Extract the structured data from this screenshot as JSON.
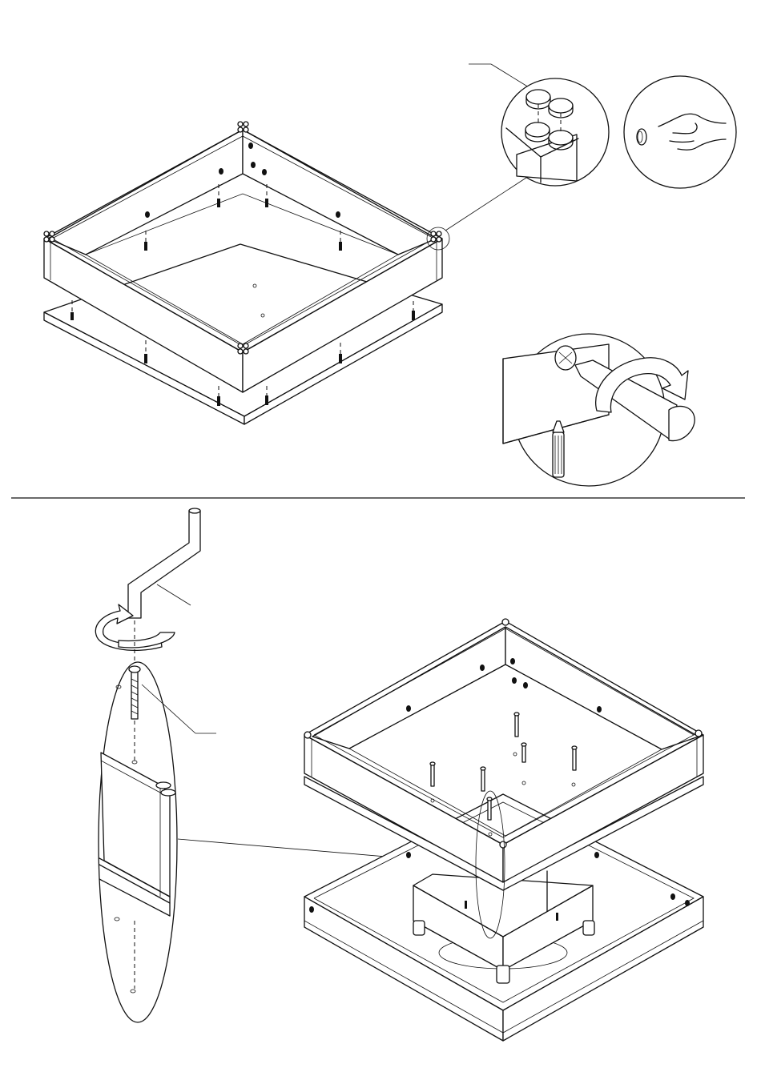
{
  "colors": {
    "ink": "#111111",
    "paper": "#ffffff"
  },
  "steps": [
    {
      "name": "step-upper",
      "parts": [
        "frame-box",
        "base-panel",
        "cam-caps-detail",
        "hand-press-detail",
        "cam-lock-screw-detail"
      ]
    },
    {
      "name": "step-lower",
      "parts": [
        "allen-key",
        "bolt-detail-ellipse",
        "upper-box",
        "lower-base",
        "inner-support"
      ]
    }
  ],
  "icons": [
    "allen-key-icon",
    "screwdriver-icon",
    "rotation-arrow-icon",
    "hand-icon",
    "cam-lock-icon",
    "dowel-icon"
  ]
}
